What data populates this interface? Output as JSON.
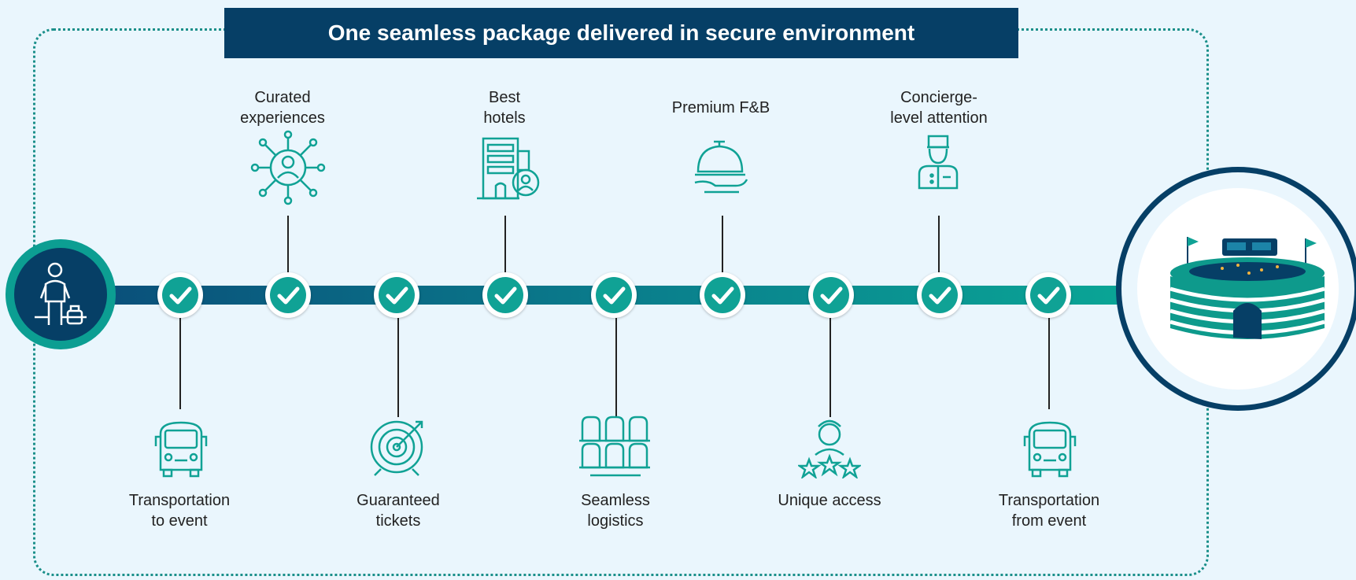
{
  "title": "One seamless package delivered in secure environment",
  "colors": {
    "navy": "#063f66",
    "teal": "#10a295",
    "background": "#eaf6fd",
    "frame": "#1a8f8a"
  },
  "start_icon": "traveler-icon",
  "end_icon": "stadium-icon",
  "checkpoints": 9,
  "top_items": [
    {
      "line1": "Curated",
      "line2": "experiences",
      "icon": "network-people-icon"
    },
    {
      "line1": "Best",
      "line2": "hotels",
      "icon": "hotel-icon"
    },
    {
      "line1": "Premium F&B",
      "line2": "",
      "icon": "cloche-icon"
    },
    {
      "line1": "Concierge-",
      "line2": "level attention",
      "icon": "concierge-icon"
    }
  ],
  "bottom_items": [
    {
      "line1": "Transportation",
      "line2": "to event",
      "icon": "bus-icon"
    },
    {
      "line1": "Guaranteed",
      "line2": "tickets",
      "icon": "target-icon"
    },
    {
      "line1": "Seamless",
      "line2": "logistics",
      "icon": "seats-icon"
    },
    {
      "line1": "Unique access",
      "line2": "",
      "icon": "vip-person-icon"
    },
    {
      "line1": "Transportation",
      "line2": "from event",
      "icon": "bus-icon"
    }
  ]
}
